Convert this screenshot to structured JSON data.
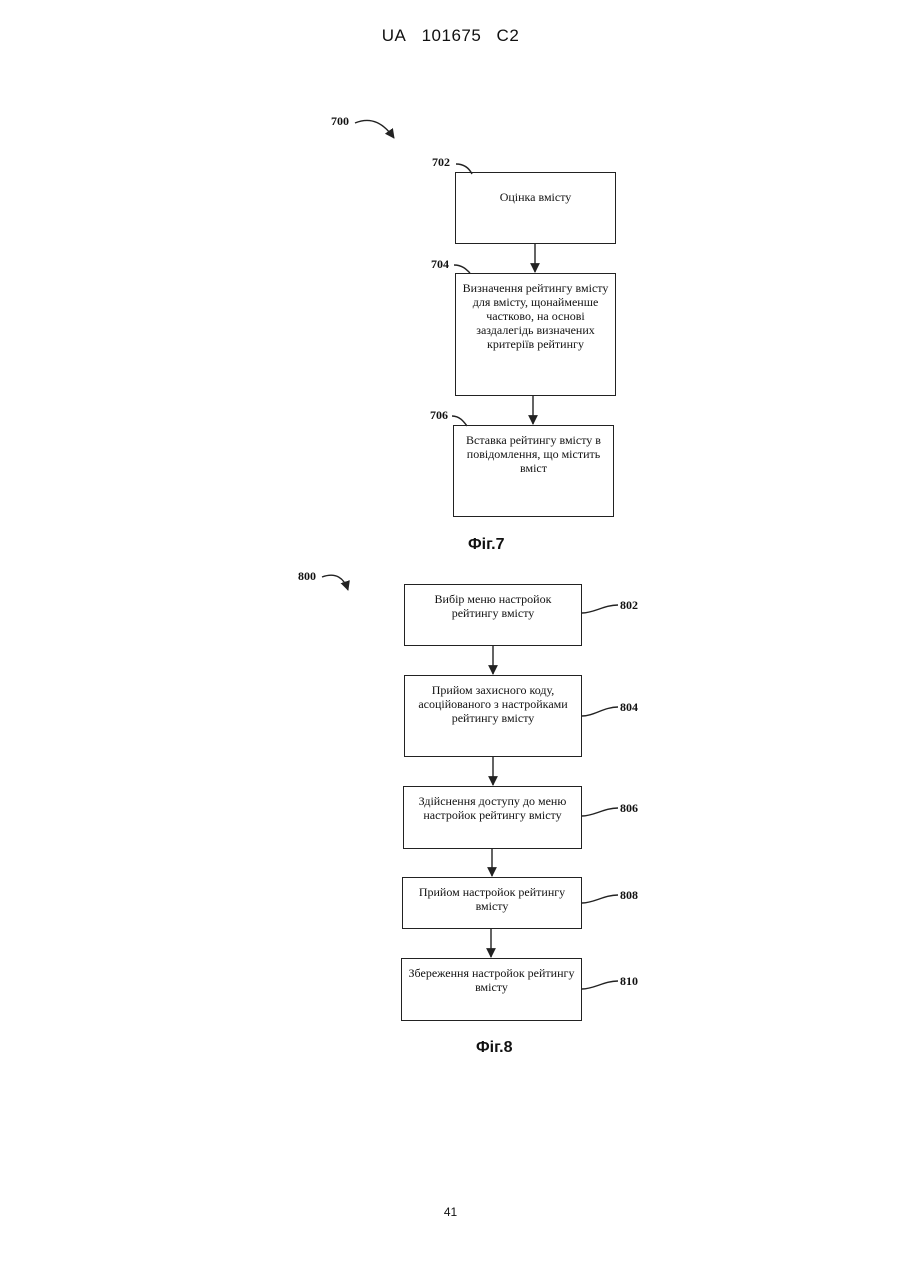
{
  "header": {
    "country": "UA",
    "number": "101675",
    "kind": "C2"
  },
  "fig7": {
    "ref_main": "700",
    "steps": [
      {
        "ref": "702",
        "text": "Оцінка вмісту"
      },
      {
        "ref": "704",
        "text": "Визначення рейтингу вмісту для вмісту, щонайменше частково, на основі заздалегідь визначених критеріїв рейтингу"
      },
      {
        "ref": "706",
        "text": "Вставка рейтингу вмісту в повідомлення, що містить вміст"
      }
    ],
    "caption": "Фіг.7"
  },
  "fig8": {
    "ref_main": "800",
    "steps": [
      {
        "ref": "802",
        "text": "Вибір меню настройок рейтингу вмісту"
      },
      {
        "ref": "804",
        "text": "Прийом захисного коду, асоційованого з настройками рейтингу вмісту"
      },
      {
        "ref": "806",
        "text": "Здійснення доступу до меню настройок рейтингу вмісту"
      },
      {
        "ref": "808",
        "text": "Прийом настройок рейтингу вмісту"
      },
      {
        "ref": "810",
        "text": "Збереження настройок рейтингу вмісту"
      }
    ],
    "caption": "Фіг.8"
  },
  "page_number": "41"
}
